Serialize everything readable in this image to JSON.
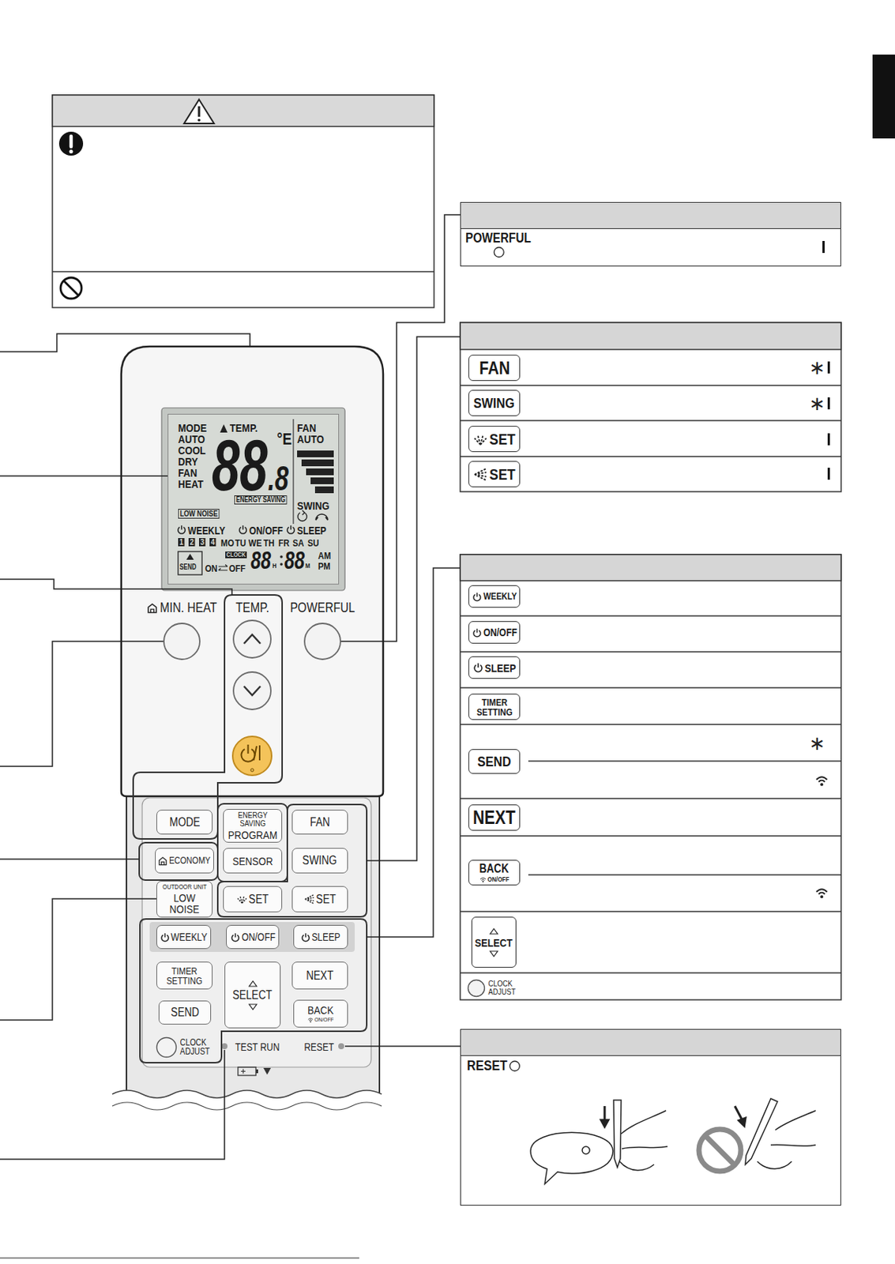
{
  "diagram": {
    "nodes": [
      {
        "text": [
          "POWERFUL"
        ]
      },
      {
        "text": [
          "FAN"
        ]
      },
      {
        "text": [
          "SWING"
        ]
      },
      {
        "text": [
          "SET"
        ]
      },
      {
        "text": [
          "SET"
        ]
      },
      {
        "text": [
          "MODE",
          "AUTO",
          "COOL",
          "DRY",
          "FAN",
          "HEAT",
          "TEMP.",
          "88",
          ".8",
          "°E",
          "FAN",
          "AUTO",
          "ENERGY SAVING",
          "LOW NOISE",
          "SWING",
          "WEEKLY",
          "ON/OFF",
          "SLEEP",
          "1",
          "2",
          "3",
          "4",
          "MO",
          "TU",
          "WE",
          "TH",
          "FR",
          "SA",
          "SU",
          "CLOCK",
          "SEND",
          "ON",
          "OFF",
          "88",
          "H",
          "88",
          "M",
          "AM",
          "PM"
        ]
      },
      {
        "text": [
          "WEEKLY"
        ]
      },
      {
        "text": [
          "ON/OFF"
        ]
      },
      {
        "text": [
          "SLEEP"
        ]
      },
      {
        "text": [
          "TIMER SETTING"
        ]
      },
      {
        "text": [
          "SEND"
        ]
      },
      {
        "text": [
          "NEXT"
        ]
      },
      {
        "text": [
          "BACK",
          "ON/OFF"
        ]
      },
      {
        "text": [
          "SELECT"
        ]
      },
      {
        "text": [
          "CLOCK ADJUST"
        ]
      },
      {
        "text": [
          "MIN. HEAT"
        ]
      },
      {
        "text": [
          "POWERFUL"
        ]
      },
      {
        "text": [
          "MODE"
        ]
      },
      {
        "text": [
          "ENERGY SAVING",
          "PROGRAM"
        ]
      },
      {
        "text": [
          "FAN"
        ]
      },
      {
        "text": [
          "ECONOMY"
        ]
      },
      {
        "text": [
          "SENSOR"
        ]
      },
      {
        "text": [
          "SWING"
        ]
      },
      {
        "text": [
          "OUTDOOR UNIT",
          "LOW NOISE"
        ]
      },
      {
        "text": [
          "SET"
        ]
      },
      {
        "text": [
          "SET"
        ]
      },
      {
        "text": [
          "WEEKLY"
        ]
      },
      {
        "text": [
          "ON/OFF"
        ]
      },
      {
        "text": [
          "SLEEP"
        ]
      },
      {
        "text": [
          "TIMER SETTING"
        ]
      },
      {
        "text": [
          "SELECT"
        ]
      },
      {
        "text": [
          "NEXT"
        ]
      },
      {
        "text": [
          "SEND"
        ]
      },
      {
        "text": [
          "BACK",
          "ON/OFF"
        ]
      },
      {
        "text": [
          "CLOCK ADJUST"
        ]
      },
      {
        "text": [
          "RESET"
        ]
      }
    ],
    "edges": [
      {
        "from": 16,
        "to": 0,
        "arrow": "none"
      }
    ],
    "labels": [
      "∗",
      "∗",
      "∗",
      "TEMP.",
      "TEST RUN",
      "RESET"
    ]
  }
}
